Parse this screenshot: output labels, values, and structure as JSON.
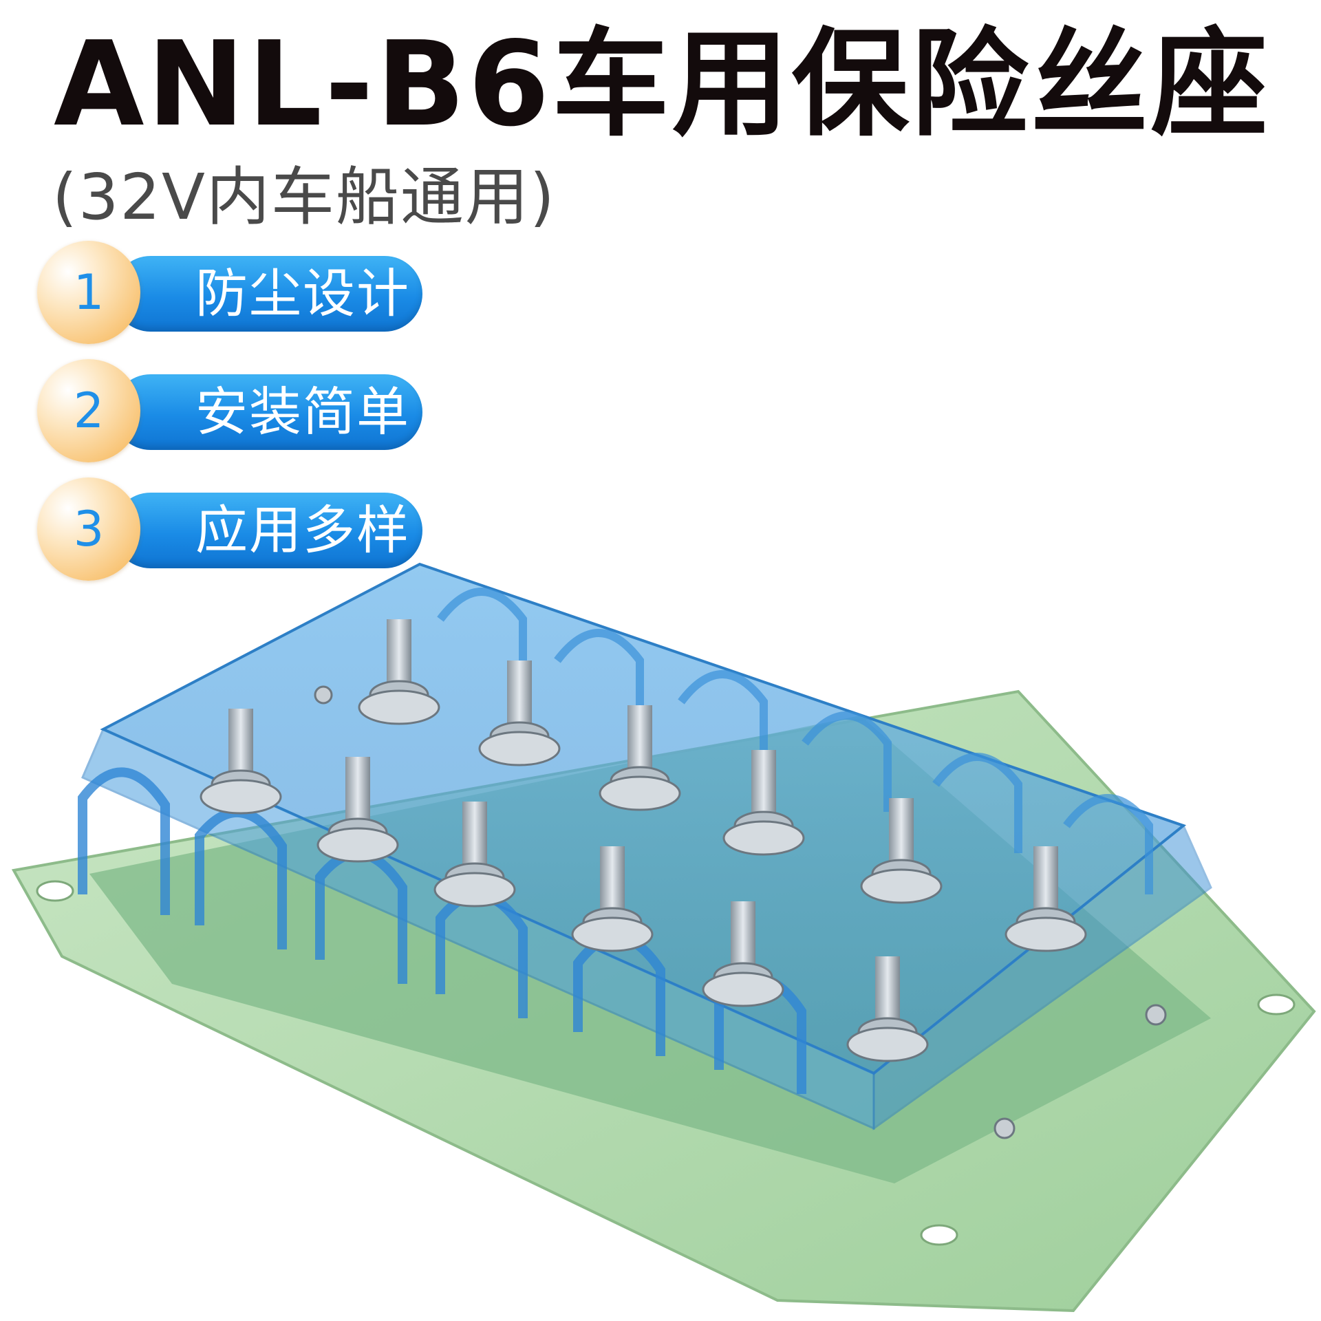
{
  "title": "ANL-B6车用保险丝座",
  "subtitle": "(32V内车船通用)",
  "features": [
    {
      "number": "1",
      "label": "防尘设计"
    },
    {
      "number": "2",
      "label": "安装简单"
    },
    {
      "number": "3",
      "label": "应用多样"
    }
  ],
  "colors": {
    "pill_blue": "#1a8be6",
    "badge_orange": "#f6b24e",
    "number_blue": "#1f8fe8",
    "cover_blue": "#4fa3e0",
    "board_green": "#a8d3a5"
  }
}
